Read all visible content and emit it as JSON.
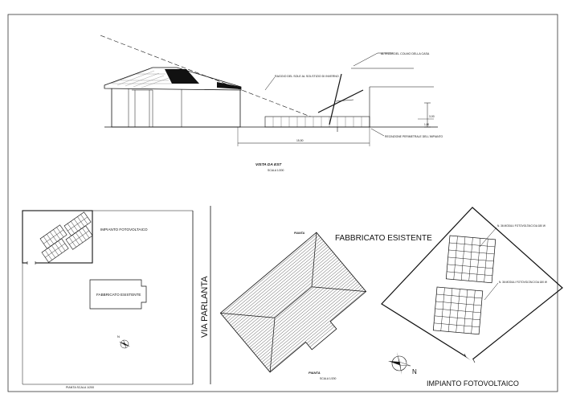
{
  "elevation": {
    "title": "VISTA DA EST",
    "scale": "SCALA 1/200",
    "label_ridge_height": "ALTEZZA DEL COLMO DELLA CASA",
    "label_sun_rays": "RAGGIO DEL SOLE AL SOLSTIZIO DI INVERNO",
    "label_fence": "RECINZIONE PERIMETRALE DELL'IMPIANTO",
    "dim_horizontal": "15,50",
    "dim_vertical": "3,00",
    "dim_small": "1,80"
  },
  "site_plan": {
    "label_pv": "IMPIANTO FOTOVOLTAICO",
    "label_building": "FABBRICATO ESISTENTE",
    "label_road": "VIA PARLANTA",
    "caption": "PIANTA   SCALA 1/200",
    "north": "N"
  },
  "roof_plan": {
    "title": "FABBRICATO ESISTENTE",
    "label_top": "PIANTA",
    "label_bottom": "PIANTA",
    "scale": "SCALA 1/200"
  },
  "pv_detail": {
    "label_modules_1": "N. 36 MODULI FOTOVOLTAICI DA 180 W",
    "label_modules_2": "N. 36 MODULI FOTOVOLTAICI DA 180 W",
    "title": "IMPIANTO FOTOVOLTAICO",
    "north": "N"
  }
}
